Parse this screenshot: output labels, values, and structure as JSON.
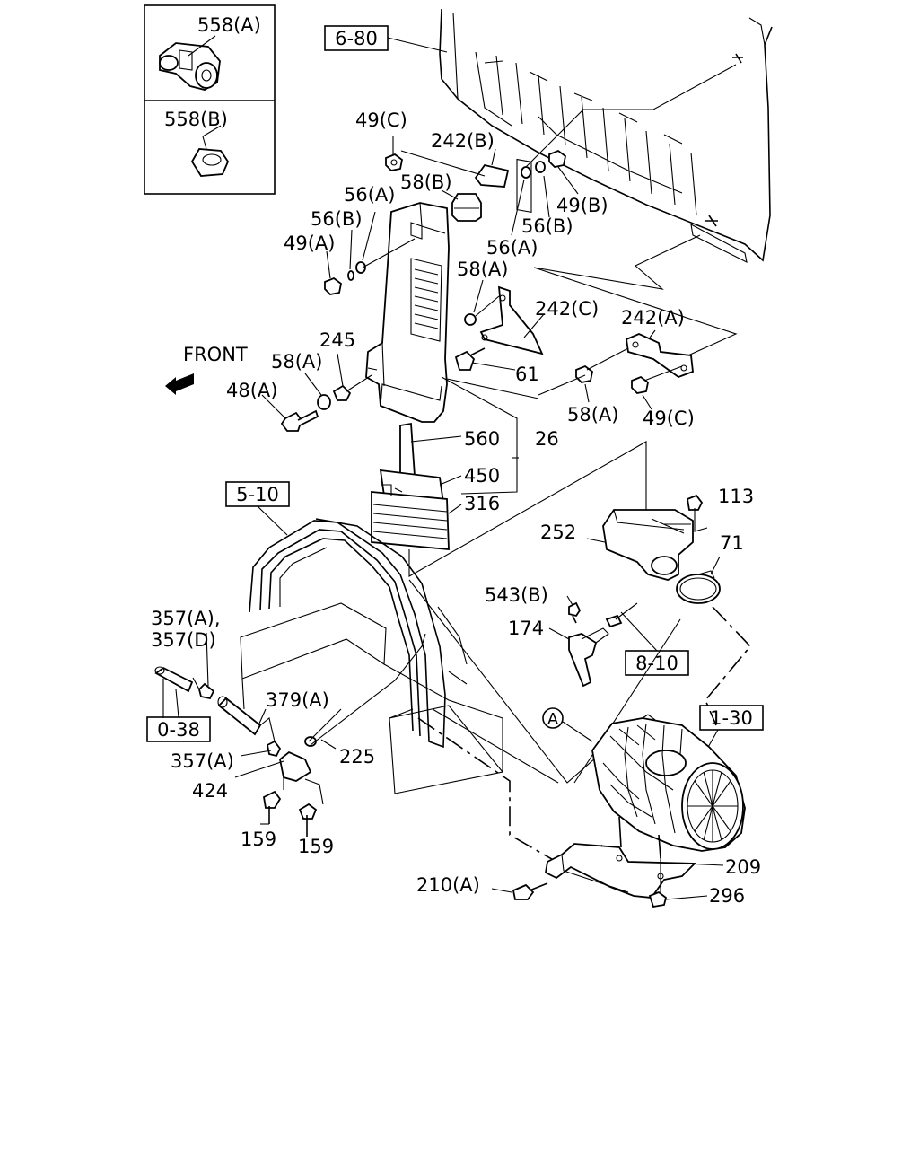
{
  "inset": {
    "part_a": "558(A)",
    "part_b": "558(B)"
  },
  "references": {
    "r1": "6-80",
    "r2": "5-10",
    "r3": "8-10",
    "r4": "1-30",
    "r5": "0-38"
  },
  "front_label": "FRONT",
  "callout_a": "A",
  "labels": {
    "l_49c_top": "49(C)",
    "l_242b": "242(B)",
    "l_58b": "58(B)",
    "l_56a_top": "56(A)",
    "l_56b_left": "56(B)",
    "l_49a": "49(A)",
    "l_49b": "49(B)",
    "l_56b_right": "56(B)",
    "l_56a_right": "56(A)",
    "l_58a_top": "58(A)",
    "l_242c": "242(C)",
    "l_242a": "242(A)",
    "l_245": "245",
    "l_58a_left": "58(A)",
    "l_61": "61",
    "l_48a": "48(A)",
    "l_58a_bottom": "58(A)",
    "l_49c_bottom": "49(C)",
    "l_560": "560",
    "l_26": "26",
    "l_450": "450",
    "l_316": "316",
    "l_113": "113",
    "l_252": "252",
    "l_71": "71",
    "l_543b": "543(B)",
    "l_174": "174",
    "l_357a_357a": "357(A),",
    "l_357d": "357(D)",
    "l_379a": "379(A)",
    "l_357a_low": "357(A)",
    "l_225": "225",
    "l_424": "424",
    "l_159_left": "159",
    "l_159_right": "159",
    "l_209": "209",
    "l_210a": "210(A)",
    "l_296": "296"
  }
}
